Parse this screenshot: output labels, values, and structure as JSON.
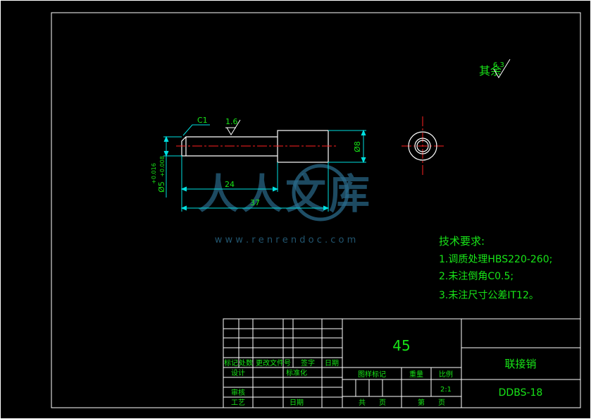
{
  "colors": {
    "background": "#000000",
    "frame": "#ffffff",
    "part_outline": "#ffffff",
    "dimension": "#00e0e0",
    "center_line": "#ff2020",
    "text": "#18e418",
    "watermark": "#2a6a8a"
  },
  "surface_finish_note": {
    "prefix": "其余",
    "value": "6.3"
  },
  "drawing": {
    "chamfer_label": "C1",
    "roughness_label": "1.6",
    "dim_shaft_dia": "Ø5",
    "dim_tol_upper": "+0.016",
    "dim_tol_lower": "+0.008",
    "dim_head_dia": "Ø8",
    "dim_shaft_len": "24",
    "dim_total_len": "37"
  },
  "watermark": {
    "text": "人人文库",
    "url": "w w w . r e n r e n d o c . c o m"
  },
  "tech_requirements": {
    "title": "技术要求:",
    "items": [
      "1.调质处理HBS220-260;",
      "2.未注倒角C0.5;",
      "3.未注尺寸公差IT12。"
    ]
  },
  "title_block": {
    "material": "45",
    "part_name": "联接销",
    "drawing_no": "DDBS-18",
    "scale": "2:1",
    "rev_headers": [
      "标记",
      "处数",
      "更改文件号",
      "签字",
      "日期"
    ],
    "row_design": "设计",
    "row_standard": "标准化",
    "row_review": "审核",
    "row_process": "工艺",
    "row_date": "日期",
    "stage_label": "图样标记",
    "weight_label": "重量",
    "scale_label": "比例",
    "sheets_total_label": "共",
    "sheets_total_suffix": "页",
    "sheet_no_label": "第",
    "sheet_no_suffix": "页"
  }
}
